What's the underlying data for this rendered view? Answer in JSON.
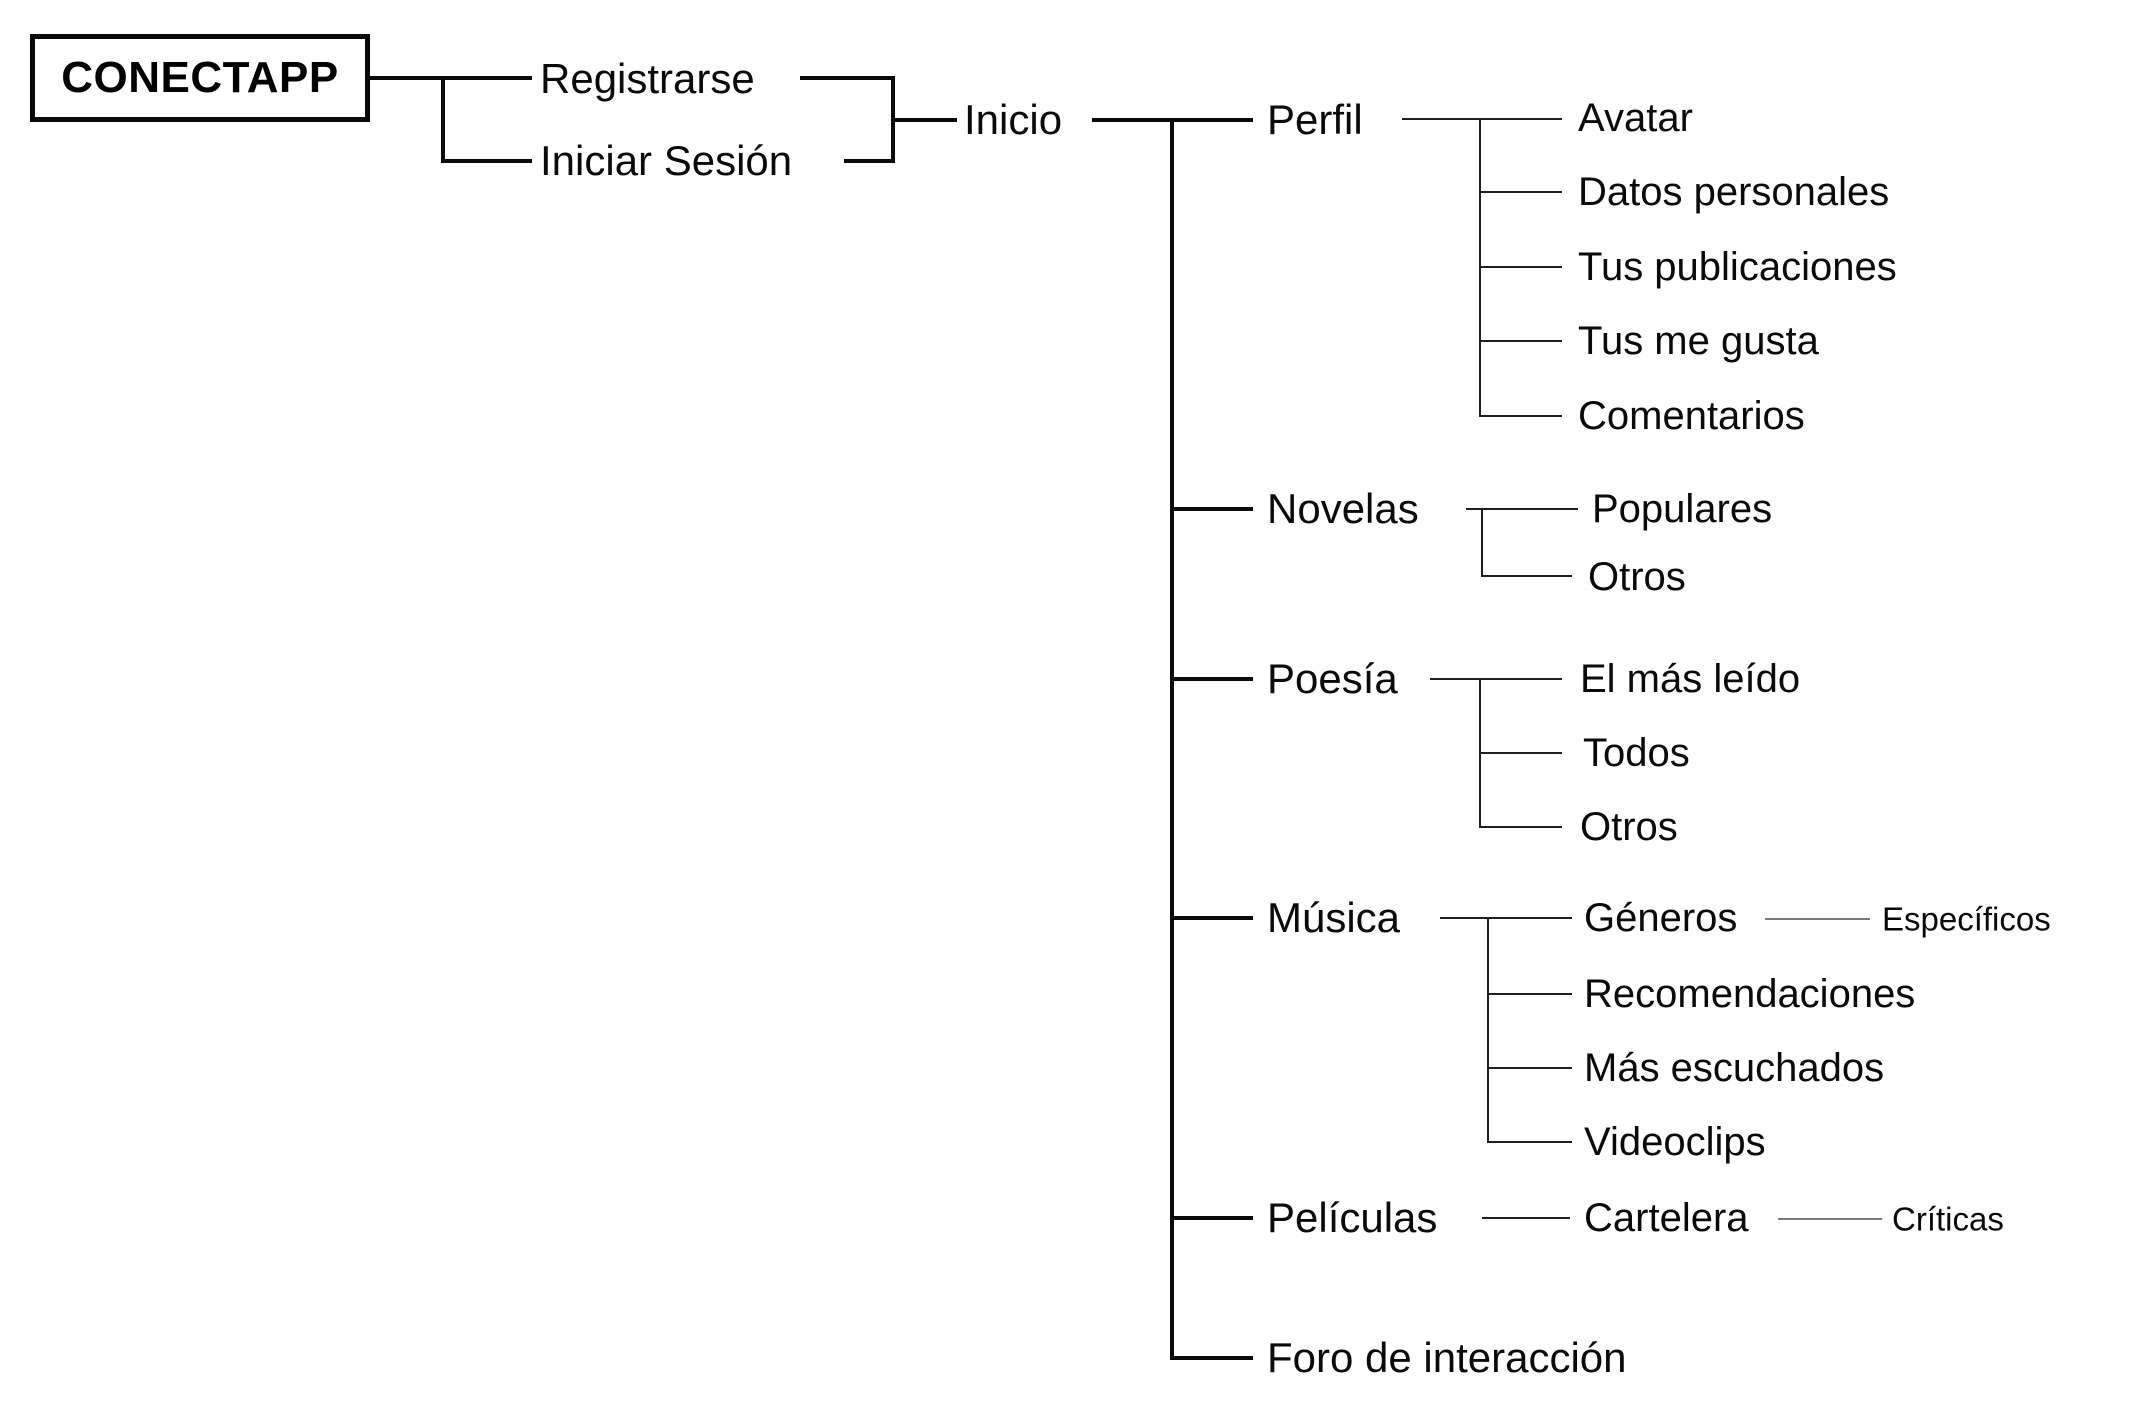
{
  "root": {
    "label": "CONECTAPP"
  },
  "auth": {
    "items": [
      {
        "label": "Registrarse"
      },
      {
        "label": "Iniciar Sesión"
      }
    ]
  },
  "home": {
    "label": "Inicio"
  },
  "sections": [
    {
      "label": "Perfil",
      "children": [
        {
          "label": "Avatar"
        },
        {
          "label": "Datos personales"
        },
        {
          "label": "Tus publicaciones"
        },
        {
          "label": "Tus me gusta"
        },
        {
          "label": "Comentarios"
        }
      ]
    },
    {
      "label": "Novelas",
      "children": [
        {
          "label": "Populares"
        },
        {
          "label": "Otros"
        }
      ]
    },
    {
      "label": "Poesía",
      "children": [
        {
          "label": "El más leído"
        },
        {
          "label": "Todos"
        },
        {
          "label": "Otros"
        }
      ]
    },
    {
      "label": "Música",
      "children": [
        {
          "label": "Géneros",
          "children": [
            {
              "label": "Específicos"
            }
          ]
        },
        {
          "label": "Recomendaciones"
        },
        {
          "label": "Más escuchados"
        },
        {
          "label": "Videoclips"
        }
      ]
    },
    {
      "label": "Películas",
      "children": [
        {
          "label": "Cartelera",
          "children": [
            {
              "label": "Críticas"
            }
          ]
        }
      ]
    },
    {
      "label": "Foro de interacción",
      "children": []
    }
  ],
  "colors": {
    "background": "#ffffff",
    "line_primary": "#0a0a0a",
    "line_secondary": "#1f1f1f",
    "line_leaf": "#7a7a7a",
    "text": "#0a0a0a"
  }
}
